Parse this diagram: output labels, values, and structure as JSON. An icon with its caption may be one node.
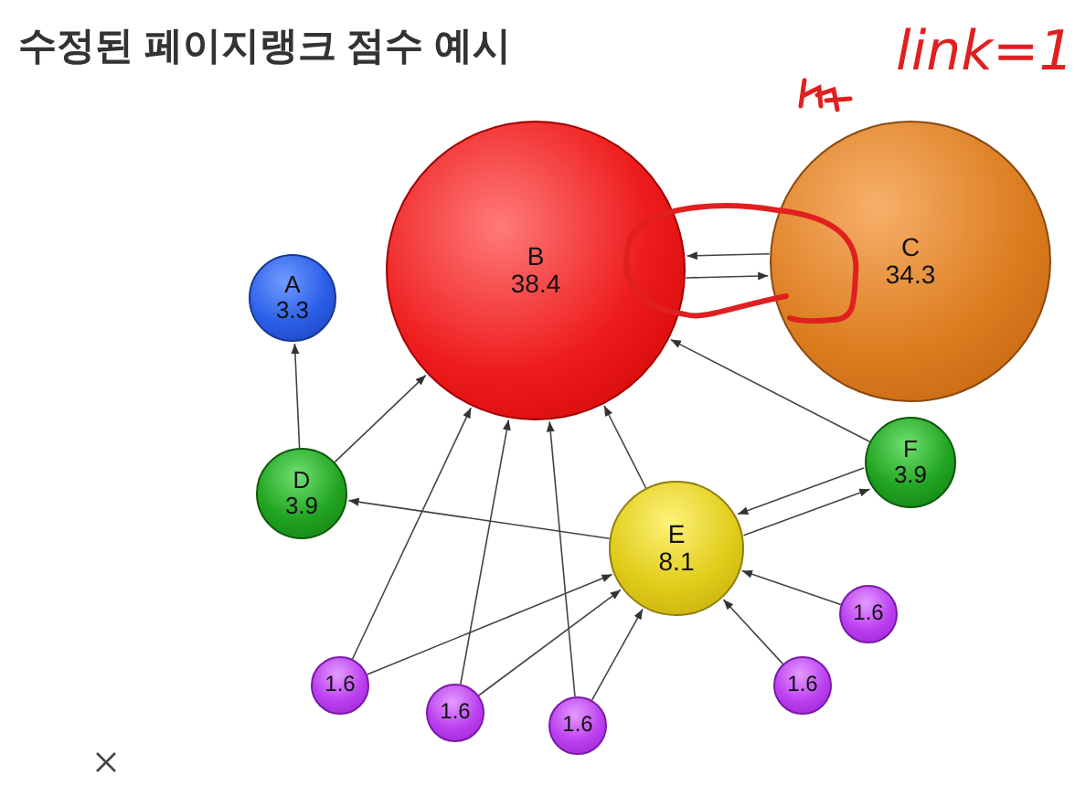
{
  "diagram": {
    "title": "수정된 페이지랭크 점수 예시",
    "nodes": [
      {
        "text": [
          "A",
          "3.3"
        ]
      },
      {
        "text": [
          "B",
          "38.4"
        ]
      },
      {
        "text": [
          "C",
          "34.3"
        ]
      },
      {
        "text": [
          "D",
          "3.9"
        ]
      },
      {
        "text": [
          "E",
          "8.1"
        ]
      },
      {
        "text": [
          "F",
          "3.9"
        ]
      },
      {
        "text": [
          "1.6"
        ]
      },
      {
        "text": [
          "1.6"
        ]
      },
      {
        "text": [
          "1.6"
        ]
      },
      {
        "text": [
          "1.6"
        ]
      },
      {
        "text": [
          "1.6"
        ]
      }
    ],
    "edges": [
      {
        "from": 1,
        "to": 2,
        "arrow": "to"
      },
      {
        "from": 2,
        "to": 1,
        "arrow": "to"
      },
      {
        "from": 3,
        "to": 0,
        "arrow": "to"
      },
      {
        "from": 3,
        "to": 1,
        "arrow": "to"
      },
      {
        "from": 4,
        "to": 3,
        "arrow": "to"
      },
      {
        "from": 4,
        "to": 1,
        "arrow": "to"
      },
      {
        "from": 4,
        "to": 5,
        "arrow": "to"
      },
      {
        "from": 5,
        "to": 4,
        "arrow": "to"
      },
      {
        "from": 5,
        "to": 1,
        "arrow": "to"
      },
      {
        "from": 6,
        "to": 1,
        "arrow": "to"
      },
      {
        "from": 6,
        "to": 4,
        "arrow": "to"
      },
      {
        "from": 7,
        "to": 1,
        "arrow": "to"
      },
      {
        "from": 7,
        "to": 4,
        "arrow": "to"
      },
      {
        "from": 8,
        "to": 1,
        "arrow": "to"
      },
      {
        "from": 8,
        "to": 4,
        "arrow": "to"
      },
      {
        "from": 9,
        "to": 4,
        "arrow": "to"
      },
      {
        "from": 10,
        "to": 4,
        "arrow": "to"
      }
    ],
    "labels": [
      "link=1"
    ]
  }
}
